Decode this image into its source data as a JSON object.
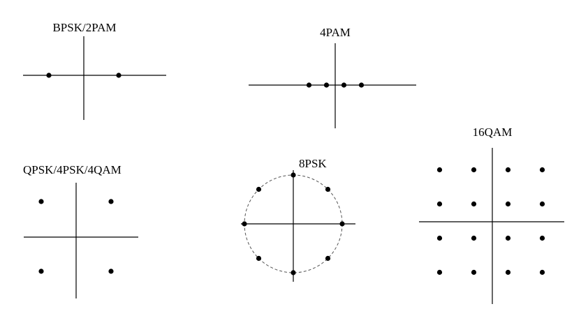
{
  "colors": {
    "ink": "#000000",
    "circle": "#555555",
    "background": "#ffffff"
  },
  "diagrams": [
    {
      "id": "bpsk",
      "title": "BPSK/2PAM",
      "kind": "pam",
      "levels": [
        -1,
        1
      ]
    },
    {
      "id": "pam4",
      "title": "4PAM",
      "kind": "pam",
      "levels": [
        -3,
        -1,
        1,
        3
      ]
    },
    {
      "id": "qpsk",
      "title": "QPSK/4PSK/4QAM",
      "kind": "qam",
      "levels": [
        -1,
        1
      ]
    },
    {
      "id": "psk8",
      "title": "8PSK",
      "kind": "psk",
      "points": 8,
      "ring": "dashed-circle"
    },
    {
      "id": "qam16",
      "title": "16QAM",
      "kind": "qam",
      "levels": [
        -3,
        -1,
        1,
        3
      ]
    }
  ]
}
